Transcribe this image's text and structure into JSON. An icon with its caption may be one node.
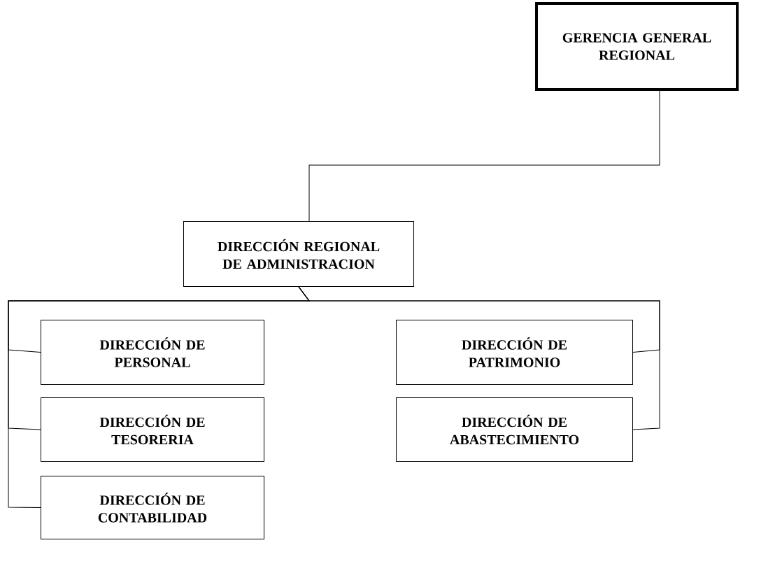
{
  "diagram": {
    "nodes": [
      {
        "text": [
          "GERENCIA GENERAL REGIONAL"
        ]
      },
      {
        "text": [
          "DIRECCIÓN REGIONAL DE ADMINISTRACION"
        ]
      },
      {
        "text": [
          "DIRECCIÓN DE PERSONAL"
        ]
      },
      {
        "text": [
          "DIRECCIÓN DE TESORERIA"
        ]
      },
      {
        "text": [
          "DIRECCIÓN DE CONTABILIDAD"
        ]
      },
      {
        "text": [
          "DIRECCIÓN DE PATRIMONIO"
        ]
      },
      {
        "text": [
          "DIRECCIÓN DE ABASTECIMIENTO"
        ]
      }
    ],
    "edges": [
      {
        "from": 0,
        "to": 1,
        "arrow": "none"
      },
      {
        "from": 1,
        "to": 2,
        "arrow": "none"
      },
      {
        "from": 1,
        "to": 3,
        "arrow": "none"
      },
      {
        "from": 1,
        "to": 4,
        "arrow": "none"
      },
      {
        "from": 1,
        "to": 5,
        "arrow": "none"
      },
      {
        "from": 1,
        "to": 6,
        "arrow": "none"
      }
    ]
  }
}
